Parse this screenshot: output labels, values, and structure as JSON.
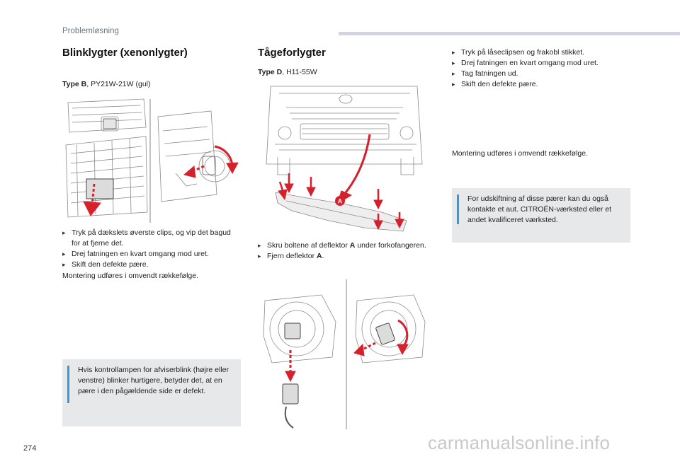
{
  "header": {
    "section": "Problemløsning"
  },
  "page_number": "274",
  "col1": {
    "title": "Blinklygter (xenonlygter)",
    "type_label": "Type B",
    "type_spec": ", PY21W-21W (gul)",
    "steps": [
      "Tryk på dækslets øverste clips, og vip det bagud for at fjerne det.",
      "Drej fatningen en kvart omgang mod uret.",
      "Skift den defekte pære."
    ],
    "assembly": "Montering udføres i omvendt rækkefølge.",
    "note": "Hvis kontrollampen for afviserblink (højre eller venstre) blinker hurtigere, betyder det, at en pære i den pågældende side er defekt."
  },
  "col2": {
    "title": "Tågeforlygter",
    "type_label": "Type D",
    "type_spec": ", H11-55W",
    "callout": "A",
    "step1_pre": "Skru boltene af deflektor ",
    "step1_bold": "A",
    "step1_post": " under forkofangeren.",
    "step2_pre": "Fjern deflektor ",
    "step2_bold": "A",
    "step2_post": "."
  },
  "col3": {
    "steps": [
      "Tryk på låseclipsen og frakobl stikket.",
      "Drej fatningen en kvart omgang mod uret.",
      "Tag fatningen ud.",
      "Skift den defekte pære."
    ],
    "assembly": "Montering udføres i omvendt rækkefølge.",
    "note": "For udskiftning af disse pærer kan du også kontakte et aut. CITROËN-værksted eller et andet kvalificeret værksted."
  },
  "watermark": "carmanualsonline.info",
  "colors": {
    "accent": "#2b9de0",
    "arrow": "#d6202b",
    "note_bg": "#e7e8ea",
    "topbar": "#cfd5e6"
  }
}
